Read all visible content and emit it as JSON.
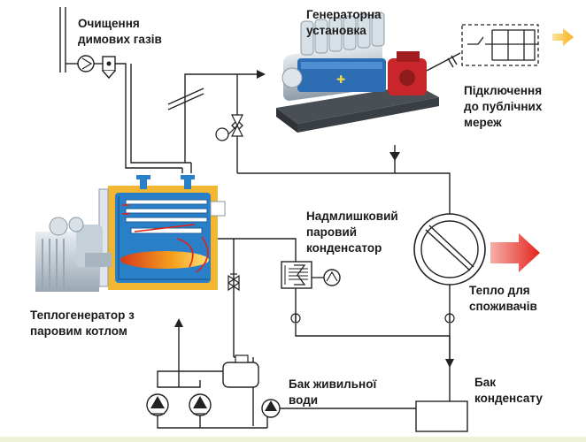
{
  "labels": {
    "flue_gas": [
      "Очищення",
      "димових газів"
    ],
    "generator": [
      "Генераторна",
      "установка"
    ],
    "grid": [
      "Підключення",
      "до публічних",
      "мереж"
    ],
    "condenser": [
      "Надмлишковий",
      "паровий",
      "конденсатор"
    ],
    "boiler": [
      "Теплогенератор з",
      "паровим котлом"
    ],
    "heat": [
      "Тепло для",
      "споживачів"
    ],
    "feed_tank": [
      "Бак живильної",
      "води"
    ],
    "cond_tank": [
      "Бак",
      "конденсату"
    ]
  },
  "colors": {
    "line": "#222222",
    "boiler_fill": "#2a7fc9",
    "boiler_insulation": "#f2b632",
    "flame": "#f6a21e",
    "flow_arrow": "#e32119",
    "heat_arrow": "#e6231d",
    "grid_arrow": "#f7b21b",
    "generator_engine": "#b8c4cc",
    "generator_alternator": "#c8262a",
    "generator_base": "#5a5f66"
  }
}
